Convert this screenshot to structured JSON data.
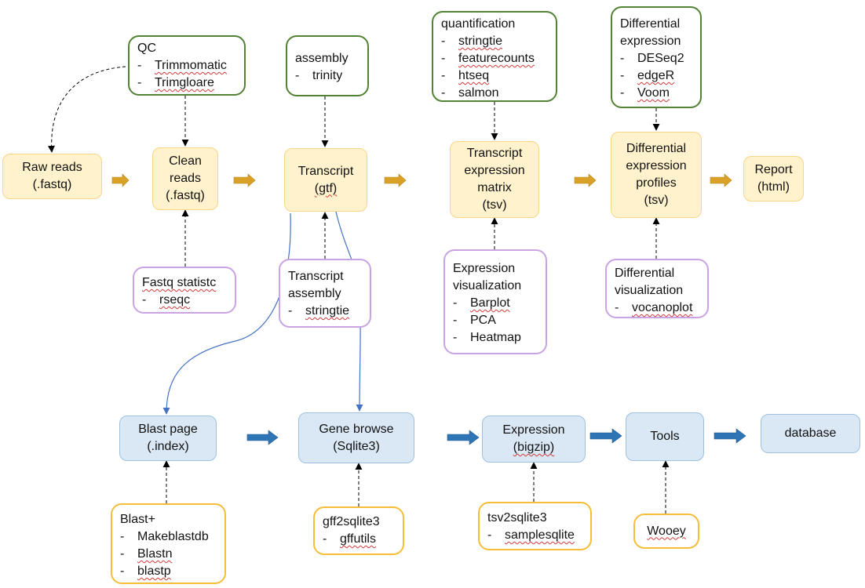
{
  "pipeline": {
    "qc": {
      "title": "QC",
      "items": [
        "Trimmomatic",
        "Trimgloare"
      ],
      "color": "#548235"
    },
    "assembly": {
      "title": "assembly",
      "items": [
        "trinity"
      ],
      "color": "#548235"
    },
    "quant": {
      "title": "quantification",
      "items": [
        "stringtie",
        "featurecounts",
        "htseq",
        "salmon"
      ],
      "color": "#548235"
    },
    "diffexp": {
      "title_lines": [
        "Differential",
        "expression"
      ],
      "items": [
        "DESeq2",
        "edgeR",
        "Voom"
      ],
      "color": "#548235"
    },
    "raw": {
      "lines": [
        "Raw reads",
        "(.fastq)"
      ]
    },
    "clean": {
      "lines": [
        "Clean",
        "reads",
        "(.fastq)"
      ]
    },
    "transcript": {
      "lines": [
        "Transcript",
        "(gtf)"
      ]
    },
    "matrix": {
      "lines": [
        "Transcript",
        "expression",
        "matrix",
        "(tsv)"
      ]
    },
    "profiles": {
      "lines": [
        "Differential",
        "expression",
        "profiles",
        "(tsv)"
      ]
    },
    "report": {
      "lines": [
        "Report",
        "(html)"
      ]
    },
    "fastqstat": {
      "title": "Fastq statistc",
      "items": [
        "rseqc"
      ]
    },
    "tassembly": {
      "title_lines": [
        "Transcript",
        "assembly"
      ],
      "items": [
        "stringtie"
      ]
    },
    "exprvis": {
      "title_lines": [
        "Expression",
        "visualization"
      ],
      "items": [
        "Barplot",
        "PCA",
        "Heatmap"
      ]
    },
    "diffvis": {
      "title_lines": [
        "Differential",
        "visualization"
      ],
      "items": [
        "vocanoplot"
      ]
    }
  },
  "website": {
    "blast": {
      "lines": [
        "Blast page",
        "(.index)"
      ]
    },
    "genebrowse": {
      "lines": [
        "Gene browse",
        "(Sqlite3)"
      ]
    },
    "expression": {
      "lines": [
        "Expression",
        "(bigzip)"
      ]
    },
    "tools": {
      "lines": [
        "Tools"
      ]
    },
    "database": {
      "lines": [
        "database"
      ]
    },
    "blastplus": {
      "title": "Blast+",
      "items": [
        "Makeblastdb",
        "Blastn",
        "blastp"
      ]
    },
    "gff2sqlite": {
      "title": "gff2sqlite3",
      "items": [
        "gffutils"
      ]
    },
    "tsv2sqlite": {
      "title": "tsv2sqlite3",
      "items": [
        "samplesqlite"
      ]
    },
    "wooey": {
      "title": "Wooey"
    }
  },
  "colors": {
    "pipeline_arrow": "#d9a227",
    "website_arrow": "#2e75b6",
    "dashed_arrow": "#000000",
    "curve_arrow": "#4472c4"
  }
}
